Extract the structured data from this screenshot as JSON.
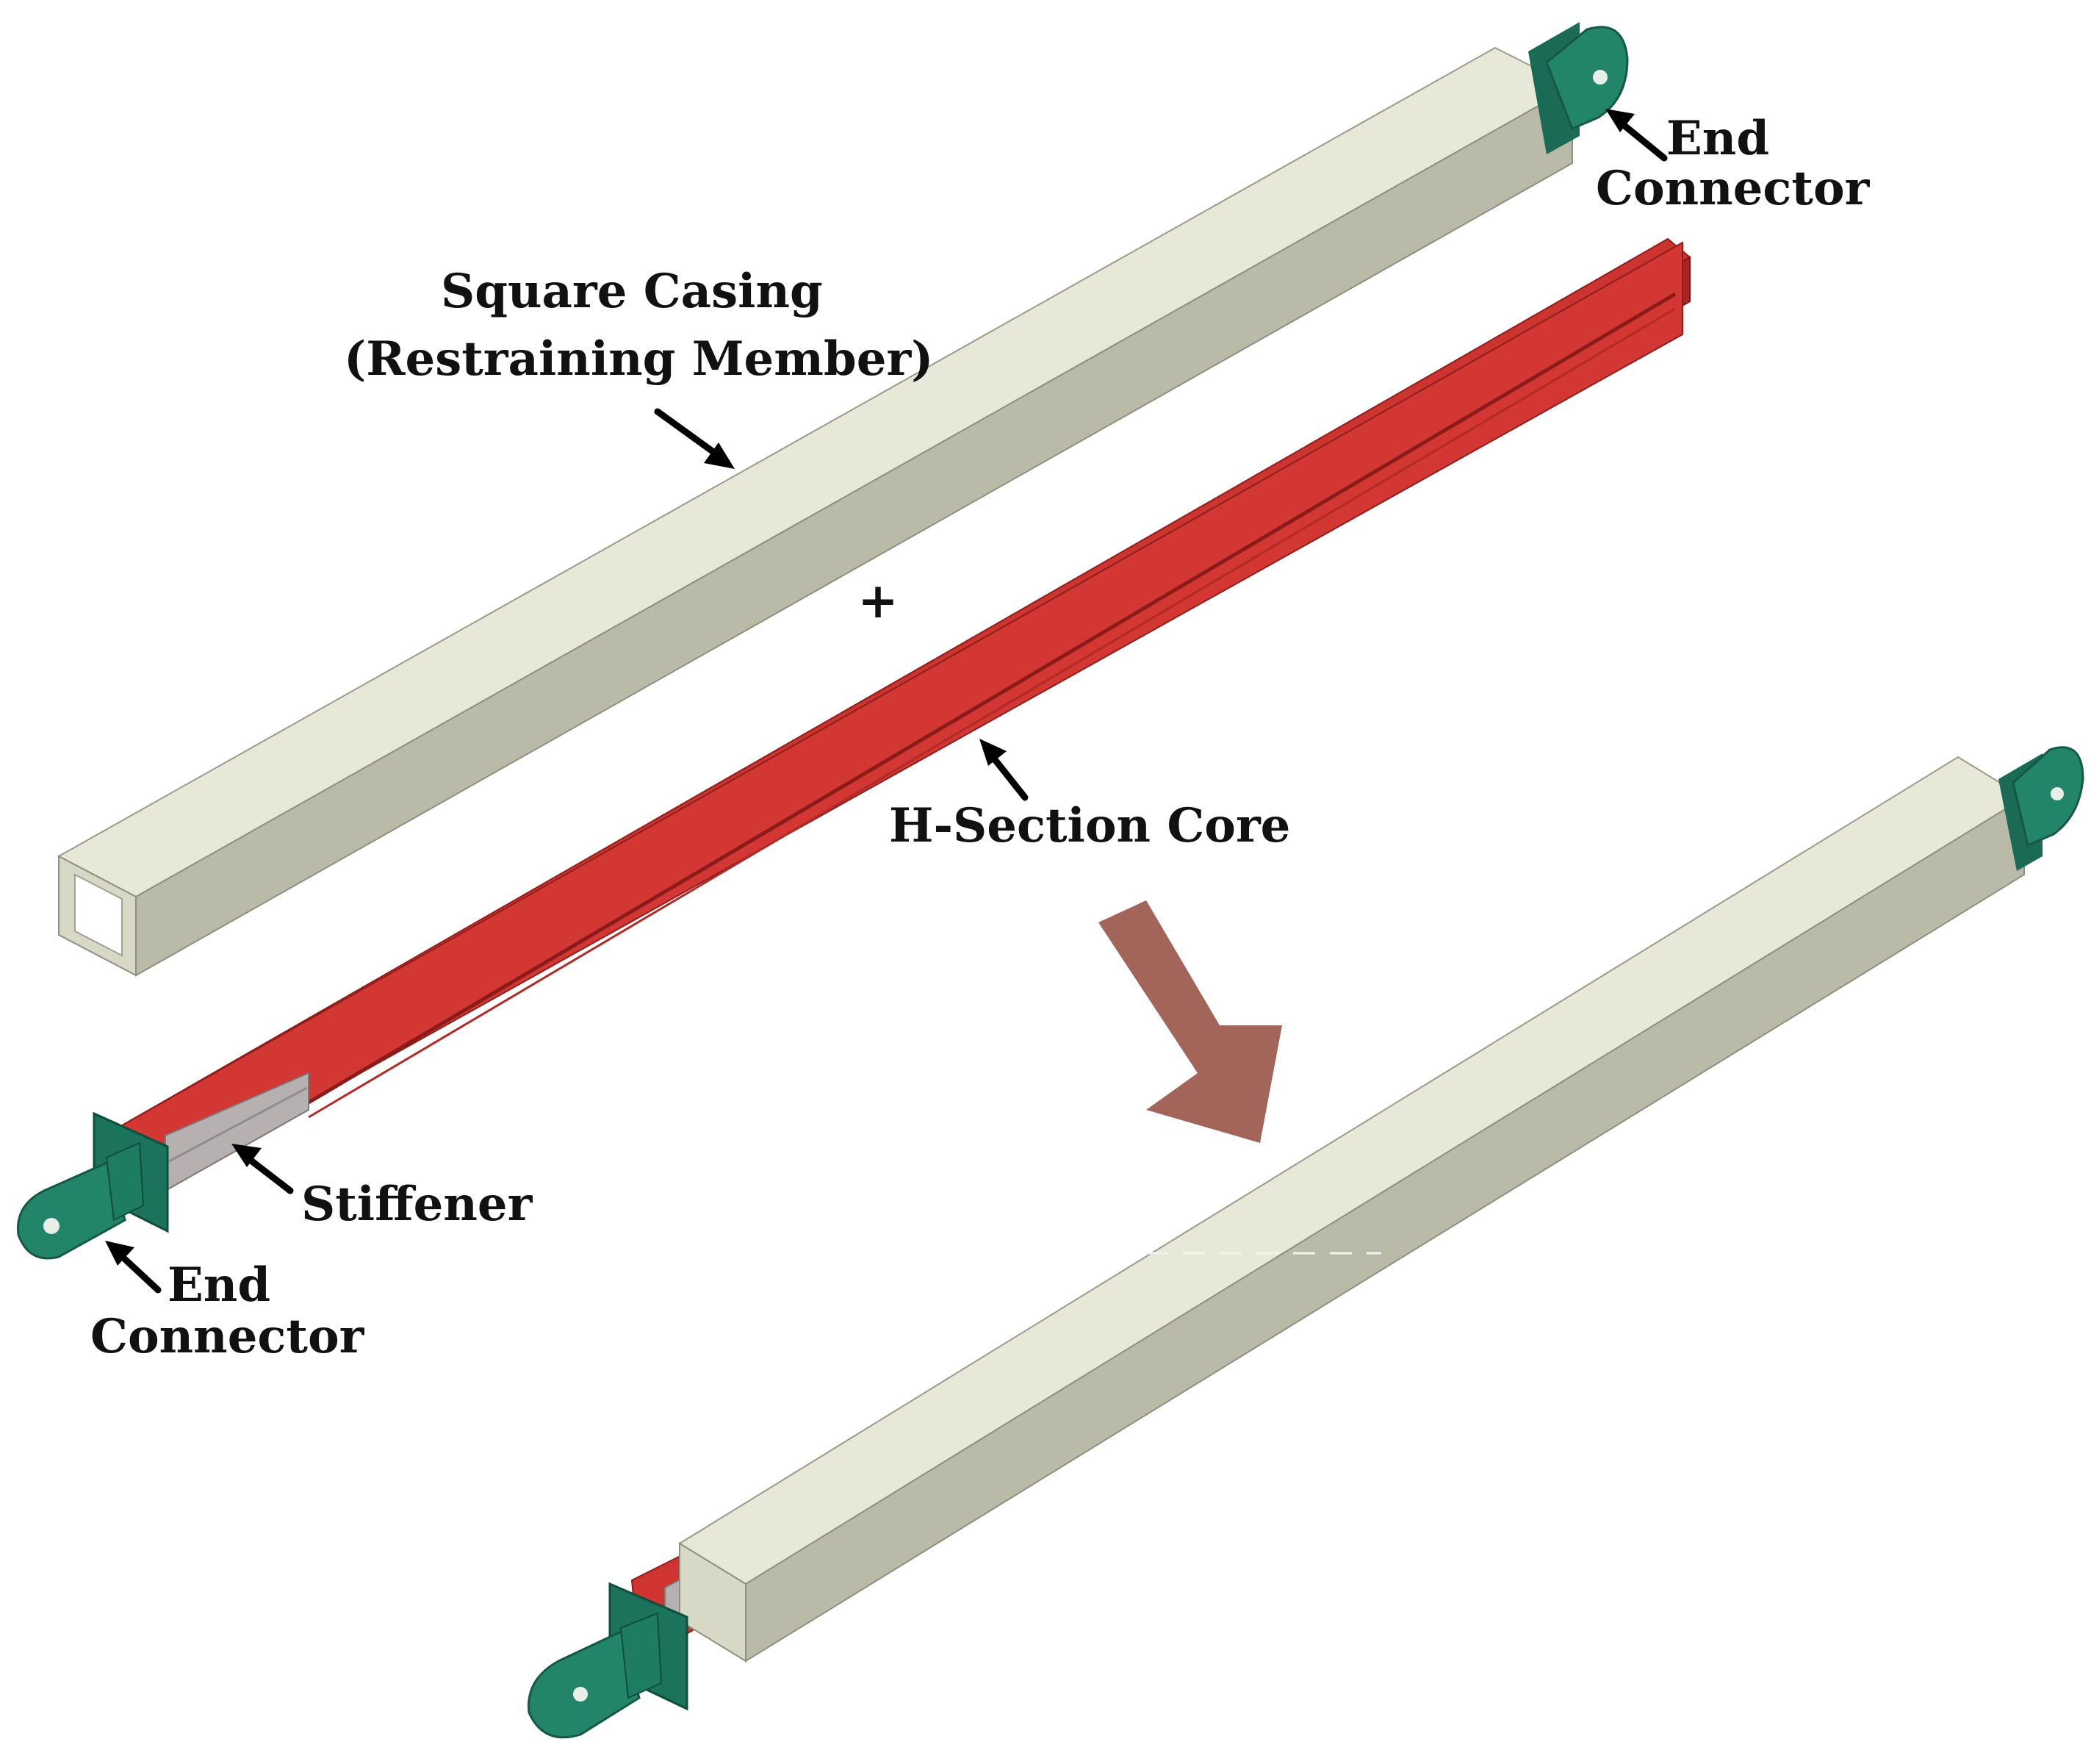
{
  "figure": {
    "plus_sign": "+",
    "labels": {
      "end_connector_top_line1": "End",
      "end_connector_top_line2": "Connector",
      "square_casing_line1": "Square Casing",
      "square_casing_line2": "(Restraining Member)",
      "h_section_core": "H-Section Core",
      "stiffener": "Stiffener",
      "end_connector_bottom_line1": "End",
      "end_connector_bottom_line2": "Connector"
    },
    "colors": {
      "casing": "#e4e5d3",
      "core": "#cf3431",
      "connector": "#1f7a62",
      "stiffener": "#b7b0b0",
      "assembly_arrow": "#a3645a"
    }
  }
}
